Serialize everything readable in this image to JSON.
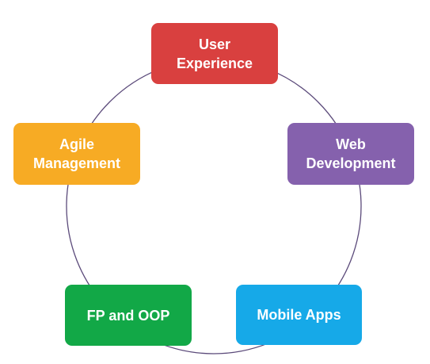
{
  "diagram": {
    "ring_color": "#5b4a7a",
    "nodes": [
      {
        "id": "ux",
        "lines": [
          "User",
          "Experience"
        ],
        "color": "#d9403f"
      },
      {
        "id": "web",
        "lines": [
          "Web",
          "Development"
        ],
        "color": "#8561ad"
      },
      {
        "id": "mob",
        "lines": [
          "Mobile Apps"
        ],
        "color": "#16a9e8"
      },
      {
        "id": "fp",
        "lines": [
          "FP and OOP"
        ],
        "color": "#12a847"
      },
      {
        "id": "agile",
        "lines": [
          "Agile",
          "Management"
        ],
        "color": "#f7ab24"
      }
    ]
  }
}
